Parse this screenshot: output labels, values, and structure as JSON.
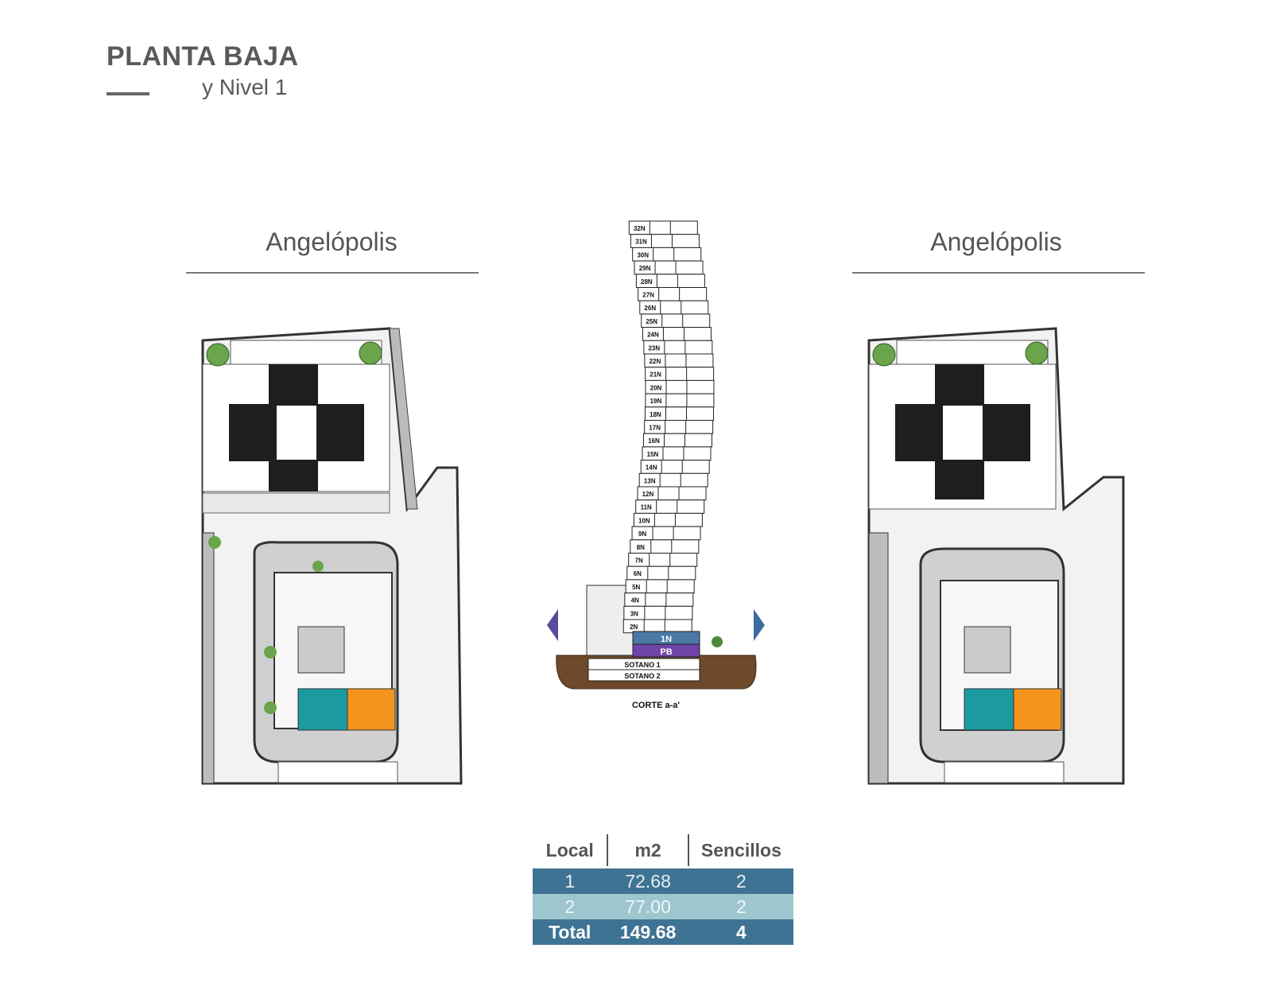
{
  "header": {
    "title": "PLANTA BAJA",
    "subtitle": "y Nivel 1"
  },
  "plans": {
    "left_title": "Angelópolis",
    "right_title": "Angelópolis",
    "accent_teal": "#1b9aa0",
    "accent_orange": "#f3941e"
  },
  "section": {
    "caption": "CORTE a-a'",
    "floors": [
      "32N",
      "31N",
      "30N",
      "29N",
      "28N",
      "27N",
      "26N",
      "25N",
      "24N",
      "23N",
      "22N",
      "21N",
      "20N",
      "19N",
      "18N",
      "17N",
      "16N",
      "15N",
      "14N",
      "13N",
      "12N",
      "11N",
      "10N",
      "9N",
      "8N",
      "7N",
      "6N",
      "5N",
      "4N",
      "3N",
      "2N"
    ],
    "level_1n": "1N",
    "level_pb": "PB",
    "sotano_1": "SOTANO 1",
    "sotano_2": "SOTANO 2",
    "color_1n": "#4a79a6",
    "color_pb": "#7043a8"
  },
  "table": {
    "headers": [
      "Local",
      "m2",
      "Sencillos"
    ],
    "rows": [
      [
        "1",
        "72.68",
        "2"
      ],
      [
        "2",
        "77.00",
        "2"
      ]
    ],
    "total": [
      "Total",
      "149.68",
      "4"
    ]
  }
}
